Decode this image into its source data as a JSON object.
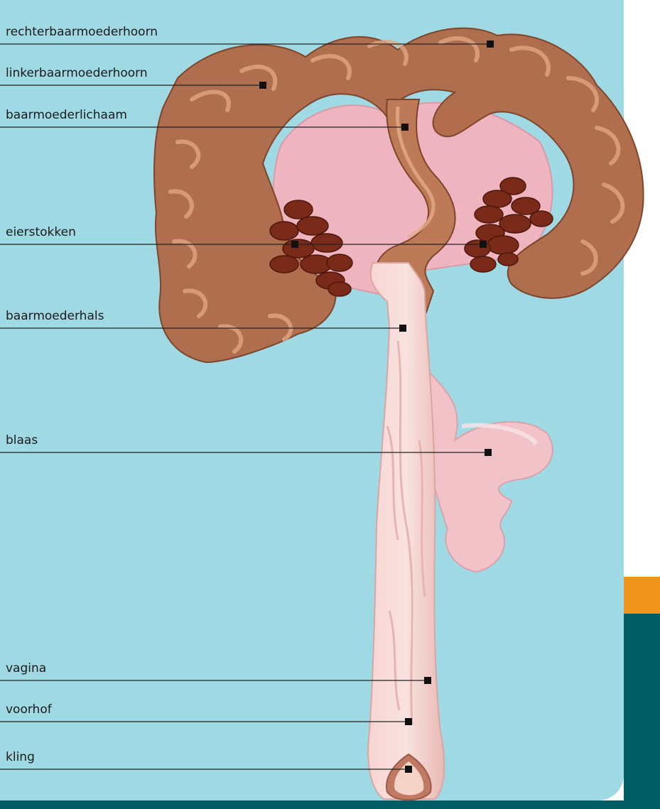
{
  "colors": {
    "background": "#9fd9e4",
    "uterus": "#b06c4a",
    "uterus_light": "#d39a78",
    "inner_pink": "#eeb5c0",
    "vagina": "#f5cfcc",
    "ovary": "#7a2a18",
    "orange": "#f0941e",
    "teal": "#005f66"
  },
  "labels": [
    {
      "id": "rechterbaarmoederhoorn",
      "text": "rechterbaarmoederhoorn"
    },
    {
      "id": "linkerbaarmoederhoorn",
      "text": "linkerbaarmoederhoorn"
    },
    {
      "id": "baarmoederlichaam",
      "text": "baarmoederlichaam"
    },
    {
      "id": "eierstokken",
      "text": "eierstokken"
    },
    {
      "id": "baarmoederhals",
      "text": "baarmoederhals"
    },
    {
      "id": "blaas",
      "text": "blaas"
    },
    {
      "id": "vagina",
      "text": "vagina"
    },
    {
      "id": "voorhof",
      "text": "voorhof"
    },
    {
      "id": "kling",
      "text": "kling"
    }
  ]
}
